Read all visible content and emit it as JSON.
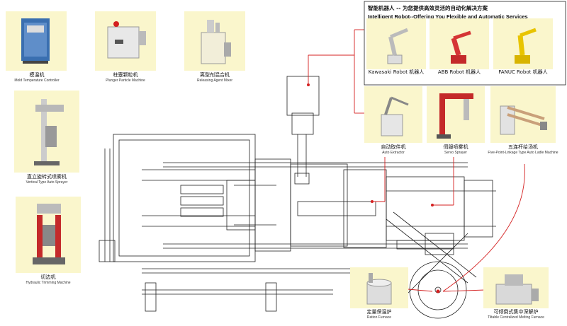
{
  "header": {
    "title_cn": "智能机器人 -- 为您提供高效灵活的自动化解决方案",
    "title_en": "Intelligent Robot--Offering You Flexible and Automatic Services"
  },
  "equipment": {
    "mold_temp": {
      "cn": "模温机",
      "en": "Mold Temperature Controller"
    },
    "plunger": {
      "cn": "柱塞颗粒机",
      "en": "Plunger Particle Machine"
    },
    "releasing": {
      "cn": "离型剂混合机",
      "en": "Releasing Agent Mixer"
    },
    "vertical_sprayer": {
      "cn": "直立旋转式喷雾机",
      "en": "Vertical Type Auto Sprayer"
    },
    "trimming": {
      "cn": "切边机",
      "en": "Hydraulic Trimming Machine"
    },
    "kawasaki": {
      "label": "Kawasaki Robot 机器人"
    },
    "abb": {
      "label": "ABB Robot 机器人"
    },
    "fanuc": {
      "label": "FANUC Robot 机器人"
    },
    "auto_extractor": {
      "cn": "自动取件机",
      "en": "Auto Extractor"
    },
    "servo_sprayer": {
      "cn": "伺服喷雾机",
      "en": "Servo Sprayer"
    },
    "ladle": {
      "cn": "五连杆给汤机",
      "en": "Five-Point-Linkage Type Auto Ladle Machine"
    },
    "ration_furnace": {
      "cn": "定量保温炉",
      "en": "Ration Furnace"
    },
    "melting_furnace": {
      "cn": "可倾倒式集中深解炉",
      "en": "Tiltable Centralized Melting Furnace"
    }
  },
  "colors": {
    "card_bg": "#faf6cc",
    "connector": "#d42020",
    "drawing": "#222222",
    "header_box": "#222222"
  }
}
